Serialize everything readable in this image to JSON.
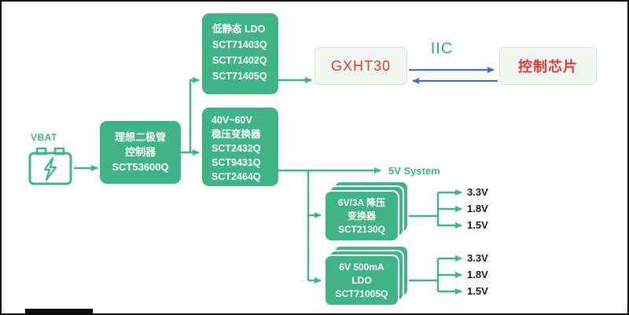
{
  "colors": {
    "green": "#3eb488",
    "red": "#e8382c",
    "blue": "#4472c4",
    "net_label": "#1a1a1a",
    "chip_box_bg": "#f2f7f3"
  },
  "battery": {
    "label": "VBAT"
  },
  "boxes": {
    "ideal_diode": {
      "lines": [
        "理想二极管",
        "控制器",
        "SCT53600Q"
      ]
    },
    "low_iq_ldo": {
      "lines": [
        "低静态 LDO",
        "SCT71403Q",
        "SCT71402Q",
        "SCT71405Q"
      ]
    },
    "hv_buck": {
      "lines": [
        "40V~60V",
        "稳压变换器",
        "SCT2432Q",
        "SCT9431Q",
        "SCT2464Q"
      ]
    },
    "sensor": {
      "label": "GXHT30"
    },
    "controller": {
      "label": "控制芯片"
    },
    "buck_stack": {
      "lines": [
        "6V/3A 降压",
        "变换器",
        "SCT2130Q"
      ]
    },
    "ldo_stack": {
      "lines": [
        "6V 500mA",
        "LDO",
        "SCT71005Q"
      ]
    }
  },
  "labels": {
    "iic": "IIC",
    "sys_5v": "5V System",
    "buck_outputs": [
      "3.3V",
      "1.8V",
      "1.5V"
    ],
    "ldo_outputs": [
      "3.3V",
      "1.8V",
      "1.5V"
    ]
  }
}
